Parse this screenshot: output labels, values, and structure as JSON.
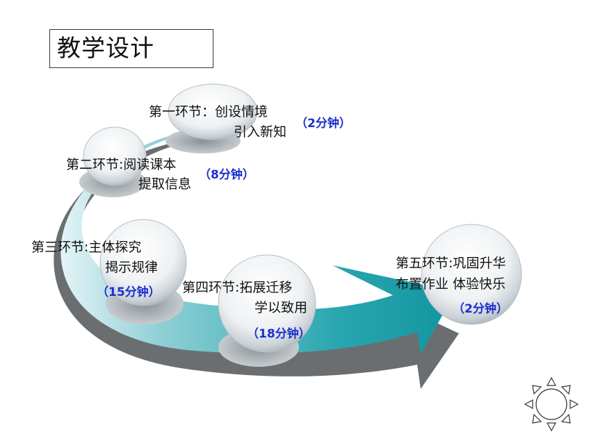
{
  "title": "教学设计",
  "stages": [
    {
      "line1": "第一环节：创设情境",
      "line2": "引入新知",
      "duration": "（2分钟）"
    },
    {
      "line1": "第二环节:阅读课本",
      "line2": "提取信息",
      "duration": "（8分钟）"
    },
    {
      "line1": "第三环节:主体探究",
      "line2": "揭示规律",
      "duration": "（15分钟）"
    },
    {
      "line1": "第四环节:拓展迁移",
      "line2": "学以致用",
      "duration": "（18分钟）"
    },
    {
      "line1": "第五环节:巩固升华",
      "line2": "布置作业  体验快乐",
      "duration": "（2分钟）"
    }
  ],
  "colors": {
    "arrow": "#2aa6b0",
    "arrow_light": "#bfe6ea",
    "shadow": "#555555",
    "duration": "#1a2fd0"
  },
  "icons": [
    "sun-icon"
  ]
}
